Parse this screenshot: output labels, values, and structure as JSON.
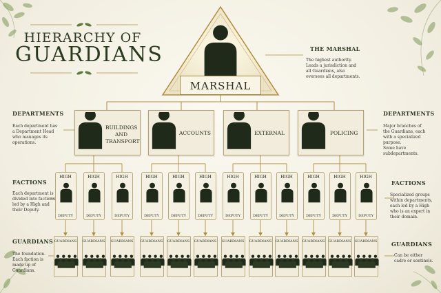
{
  "title": {
    "line1": "HIERARCHY OF",
    "line2": "GUARDIANS"
  },
  "marshal": {
    "label": "MARSHAL"
  },
  "right_notes": {
    "marshal": {
      "heading": "THE MARSHAL",
      "text": [
        "The highest authority.",
        "Leads a jurisdiction and",
        "all Guardians, also",
        "oversees all departments."
      ]
    },
    "departments": {
      "heading": "DEPARTMENTS",
      "text": [
        "Major branches of",
        "the Guardians, each",
        "with a specialized",
        "purpose.",
        "Some have",
        "subdepartments."
      ]
    },
    "factions": {
      "heading": "FACTIONS",
      "text": [
        "Specialized groups",
        "within departments,",
        "each led by a High",
        "who is an expert in",
        "their domain."
      ]
    },
    "guardians": {
      "heading": "GUARDIANS",
      "text": [
        "Can be either",
        "cadre or sentinels."
      ]
    }
  },
  "left_notes": {
    "departments": {
      "heading": "DEPARTMENTS",
      "text": [
        "Each department has",
        "a Department Head",
        "who manages its",
        "operations."
      ]
    },
    "factions": {
      "heading": "FACTIONS",
      "text": [
        "Each department is",
        "divided into factions",
        "led by a High and",
        "their Deputy."
      ]
    },
    "guardians": {
      "heading": "GUARDIANS",
      "text": [
        "The foundation.",
        "Each faction is",
        "made up of",
        "Guardians."
      ]
    }
  },
  "departments": [
    {
      "label": [
        "BUILDINGS",
        "AND",
        "TRANSPORT"
      ]
    },
    {
      "label": [
        "ACCOUNTS"
      ]
    },
    {
      "label": [
        "EXTERNAL"
      ]
    },
    {
      "label": [
        "POLICING"
      ]
    }
  ],
  "faction_labels": {
    "high": "HIGH",
    "deputy": "DEPUTY"
  },
  "guardian_label": "GUARDIANS",
  "colors": {
    "accent": "#b08d3e",
    "figure": "#1f2a1a",
    "leaf": "#6f8a4e",
    "text": "#2a2f1f"
  },
  "icons": [
    "person-silhouette-icon",
    "leaf-vine-icon",
    "arrow-icon"
  ]
}
